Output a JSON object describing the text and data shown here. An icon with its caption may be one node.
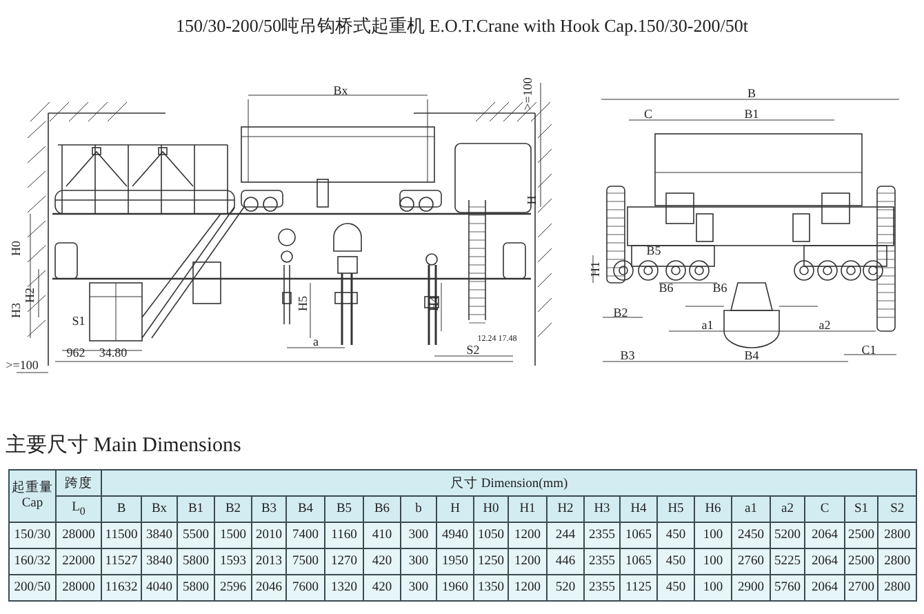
{
  "diagram": {
    "title": "150/30-200/50吨吊钩桥式起重机 E.O.T.Crane with Hook Cap.150/30-200/50t",
    "labels": [
      ">=100",
      "Bx",
      "B",
      "C",
      "B1",
      "H",
      "H0",
      "B5",
      "H1",
      "B6",
      "B6",
      "H2",
      "H5",
      "H4",
      "H3",
      "B2",
      "S1",
      "a1",
      "a2",
      "12.24",
      "17.48",
      "962",
      "34.80",
      "a",
      "S2",
      "C1",
      "B3",
      "B4",
      ">=100",
      "主要尺寸 Main Dimensions",
      "起重量 Cap",
      "跨度",
      "尺寸 Dimension(mm)",
      "L$_{0}$",
      "B",
      "Bx",
      "B1",
      "B2",
      "B3",
      "B4",
      "B5",
      "B6",
      "b",
      "H",
      "H0",
      "H1",
      "H2",
      "H3",
      "H4",
      "H5",
      "H6",
      "a1",
      "a2",
      "C",
      "S1",
      "S2",
      "150/30",
      "28000",
      "11500",
      "3840",
      "5500",
      "1500",
      "2010",
      "7400",
      "1160",
      "410",
      "300",
      "4940",
      "1050",
      "1200",
      "244",
      "2355",
      "1065",
      "450",
      "100",
      "2450",
      "5200",
      "2064",
      "2500",
      "2800",
      "160/32",
      "22000",
      "11527",
      "3840",
      "5800",
      "1593",
      "2013",
      "7500",
      "1270",
      "420",
      "300",
      "1950",
      "1250",
      "1200",
      "446",
      "2355",
      "1065",
      "450",
      "100",
      "2760",
      "5225",
      "2064",
      "2500",
      "2800",
      "200/50",
      "28000",
      "11632",
      "4040",
      "5800",
      "2596",
      "2046",
      "7600",
      "1320",
      "420",
      "300",
      "1960",
      "1350",
      "1200",
      "520",
      "2355",
      "1125",
      "450",
      "100",
      "2900",
      "5760",
      "2064",
      "2700",
      "2800"
    ]
  }
}
